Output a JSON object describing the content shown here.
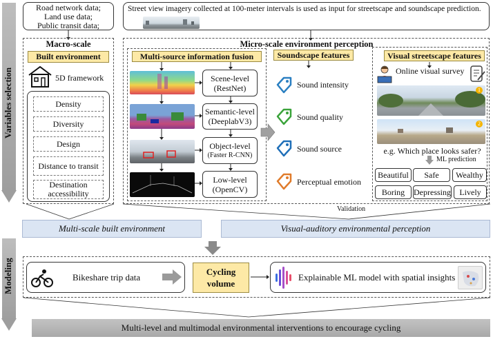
{
  "side": {
    "variables_label": "Variables selection",
    "modeling_label": "Modeling"
  },
  "top": {
    "data_sources": [
      "Road network data;",
      "Land use data;",
      "Public transit data;"
    ],
    "street_view_caption": "Street view imagery collected at 100-meter intervals is used as input for streetscape and soundscape prediction."
  },
  "macro": {
    "title": "Macro-scale",
    "header": "Built environment",
    "framework_label": "5D framework",
    "items": [
      "Density",
      "Diversity",
      "Design",
      "Distance to transit",
      "Destination accessibility"
    ]
  },
  "micro": {
    "title": "Micro-scale environment perception",
    "fusion_header": "Multi-source information fusion",
    "levels": [
      {
        "name": "Scene-level",
        "method": "(RestNet)"
      },
      {
        "name": "Semantic-level",
        "method": "(DeeplabV3)"
      },
      {
        "name": "Object-level",
        "method": "(Faster R-CNN)"
      },
      {
        "name": "Low-level",
        "method": "(OpenCV)"
      }
    ],
    "soundscape_header": "Soundscape features",
    "soundscape_items": [
      "Sound intensity",
      "Sound quality",
      "Sound source",
      "Perceptual emotion"
    ],
    "soundscape_colors": [
      "#2a7fc1",
      "#3aa33a",
      "#1f6fb8",
      "#e07b2a"
    ],
    "visual_header": "Visual streetscape features",
    "survey_label": "Online visual survey",
    "photo_badges": [
      "1",
      "2"
    ],
    "question": "e.g. Which place looks safer?",
    "ml_prediction": "ML prediction",
    "perceptions": [
      "Beautiful",
      "Safe",
      "Wealthy",
      "Boring",
      "Depressing",
      "Lively"
    ]
  },
  "validation_label": "Validation",
  "bars": {
    "left": "Multi-scale built environment",
    "right": "Visual-auditory environmental perception"
  },
  "modeling": {
    "bikeshare": "Bikeshare trip data",
    "volume_line1": "Cycling",
    "volume_line2": "volume",
    "explainable": "Explainable ML model with spatial insights"
  },
  "bottom_banner": "Multi-level and multimodal environmental interventions to encourage cycling"
}
